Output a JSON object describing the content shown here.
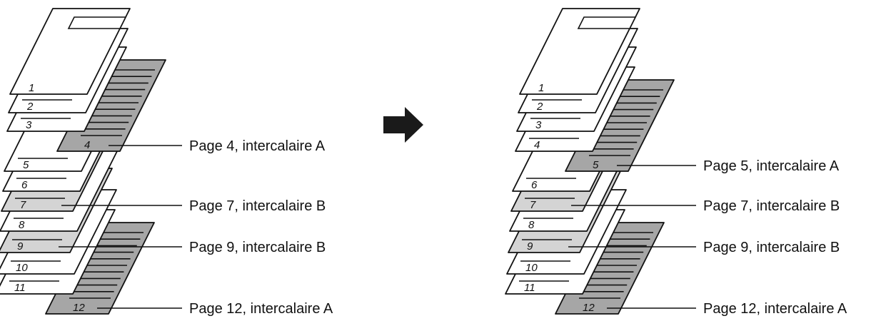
{
  "colors": {
    "plain_sheet": "#ffffff",
    "tab_a": "#a6a6a6",
    "tab_b": "#d4d4d4",
    "outline": "#111111",
    "arrow": "#1a1a1a"
  },
  "arrow_icon": "right-arrow-icon",
  "before": {
    "pages": [
      {
        "number": "1",
        "kind": "cover"
      },
      {
        "number": "2",
        "kind": "plain"
      },
      {
        "number": "3",
        "kind": "plain"
      },
      {
        "number": "4",
        "kind": "tab_a"
      },
      {
        "number": "5",
        "kind": "plain"
      },
      {
        "number": "6",
        "kind": "plain"
      },
      {
        "number": "7",
        "kind": "tab_b"
      },
      {
        "number": "8",
        "kind": "plain"
      },
      {
        "number": "9",
        "kind": "tab_b"
      },
      {
        "number": "10",
        "kind": "plain"
      },
      {
        "number": "11",
        "kind": "plain"
      },
      {
        "number": "12",
        "kind": "tab_a"
      }
    ],
    "callouts": [
      {
        "page": "4",
        "label": "Page 4, intercalaire A"
      },
      {
        "page": "7",
        "label": "Page 7, intercalaire B"
      },
      {
        "page": "9",
        "label": "Page 9, intercalaire B"
      },
      {
        "page": "12",
        "label": "Page 12, intercalaire A"
      }
    ]
  },
  "after": {
    "pages": [
      {
        "number": "1",
        "kind": "cover"
      },
      {
        "number": "2",
        "kind": "plain"
      },
      {
        "number": "3",
        "kind": "plain"
      },
      {
        "number": "4",
        "kind": "plain"
      },
      {
        "number": "5",
        "kind": "tab_a"
      },
      {
        "number": "6",
        "kind": "plain"
      },
      {
        "number": "7",
        "kind": "tab_b"
      },
      {
        "number": "8",
        "kind": "plain"
      },
      {
        "number": "9",
        "kind": "tab_b"
      },
      {
        "number": "10",
        "kind": "plain"
      },
      {
        "number": "11",
        "kind": "plain"
      },
      {
        "number": "12",
        "kind": "tab_a"
      }
    ],
    "callouts": [
      {
        "page": "5",
        "label": "Page 5, intercalaire A"
      },
      {
        "page": "7",
        "label": "Page 7, intercalaire B"
      },
      {
        "page": "9",
        "label": "Page 9, intercalaire B"
      },
      {
        "page": "12",
        "label": "Page 12, intercalaire A"
      }
    ]
  }
}
